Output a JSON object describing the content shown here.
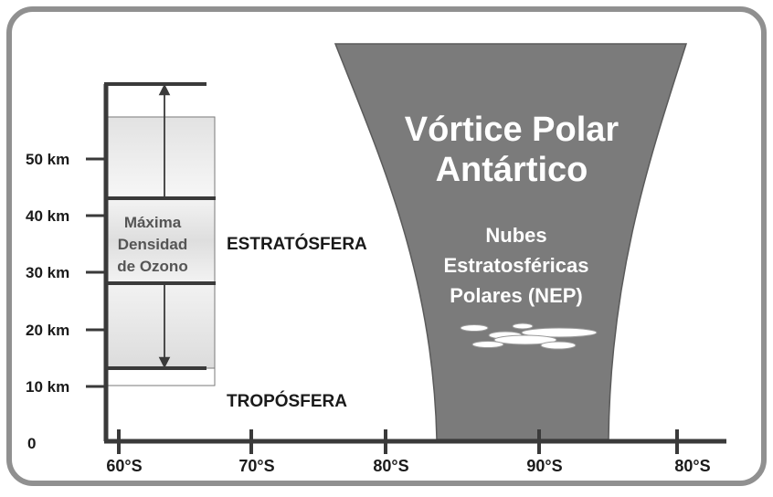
{
  "diagram": {
    "y_axis_labels": [
      "50 km",
      "40 km",
      "30 km",
      "20 km",
      "10 km",
      "0"
    ],
    "x_axis_labels": [
      "60°S",
      "70°S",
      "80°S",
      "90°S",
      "80°S"
    ],
    "layers": {
      "stratosphere": "ESTRATÓSFERA",
      "troposphere": "TROPÓSFERA"
    },
    "ozone_box": {
      "line1": "Máxima",
      "line2": "Densidad",
      "line3": "de Ozono"
    },
    "vortex": {
      "title_line1": "Vórtice Polar",
      "title_line2": "Antártico",
      "nep_line1": "Nubes",
      "nep_line2": "Estratosféricas",
      "nep_line3": "Polares (NEP)"
    },
    "colors": {
      "frame_border": "#909090",
      "axis": "#3a3a3a",
      "vortex_fill": "#7b7b7b",
      "ozone_band": "#e6e6e6"
    }
  }
}
